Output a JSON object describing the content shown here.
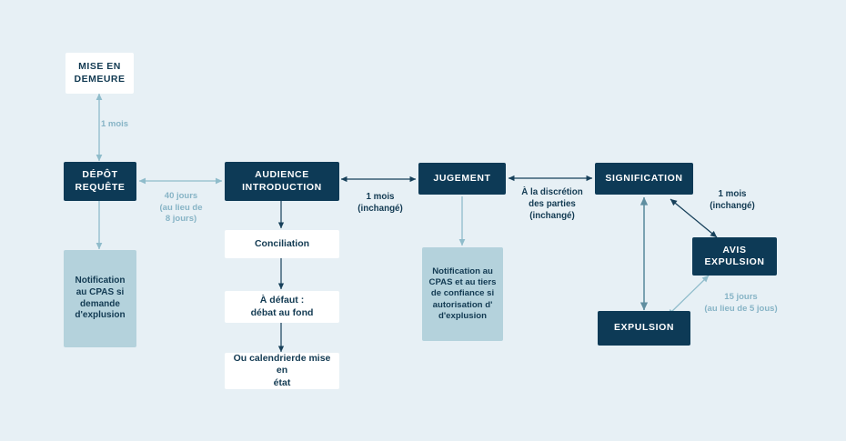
{
  "diagram": {
    "title": "Procedure d'expulsion - flowchart",
    "background_color": "#e7f0f5",
    "palette": {
      "navy": "#0d3a56",
      "soft_blue": "#b4d2dc",
      "white": "#ffffff",
      "teal_label": "#87b4c6",
      "dark_label": "#123a52"
    }
  },
  "nodes": {
    "mise_en_demeure": {
      "line1": "MISE EN",
      "line2": "DEMEURE"
    },
    "depot_requete": {
      "line1": "DÉPÔT",
      "line2": "REQUÊTE"
    },
    "notification_cpas": {
      "text": "Notification\nau CPAS si\ndemande\nd'explusion"
    },
    "audience": {
      "line1": "AUDIENCE",
      "line2": "INTRODUCTION"
    },
    "conciliation": {
      "text": "Conciliation"
    },
    "a_defaut": {
      "line1": "À défaut :",
      "line2": "débat au fond"
    },
    "calendrier": {
      "text": "Ou calendrierde mise en\nétat"
    },
    "jugement": {
      "text": "JUGEMENT"
    },
    "notification_tiers": {
      "text": "Notification au\nCPAS et au tiers\nde confiance si\nautorisation d'\nd'explusion"
    },
    "signification": {
      "text": "SIGNIFICATION"
    },
    "avis_expulsion": {
      "line1": "AVIS",
      "line2": "EXPULSION"
    },
    "expulsion": {
      "text": "EXPULSION"
    }
  },
  "edge_labels": {
    "un_mois_demeure": {
      "text": "1 mois"
    },
    "quarante_jours": {
      "text": "40 jours\n(au lieu de\n8 jours)"
    },
    "un_mois_inchange": {
      "text": "1 mois\n(inchangé)"
    },
    "discretion_parties": {
      "text": "À la discrétion\ndes parties\n(inchangé)"
    },
    "un_mois_inchange_2": {
      "text": "1 mois\n(inchangé)"
    },
    "quinze_jours": {
      "text": "15 jours\n(au lieu de 5 jous)"
    }
  }
}
